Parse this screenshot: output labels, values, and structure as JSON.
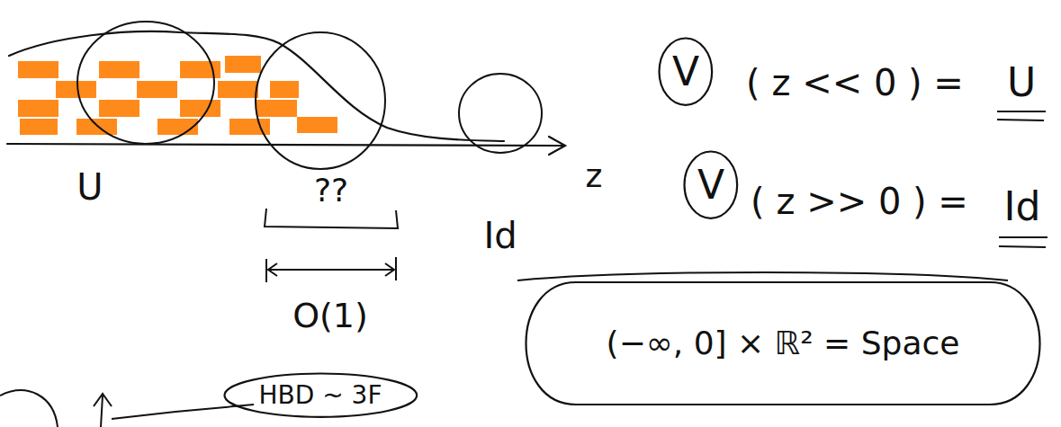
{
  "diagram": {
    "nodes": [
      {
        "text": [
          "V"
        ]
      },
      {
        "text": [
          "V"
        ]
      },
      {
        "text": [
          "(−∞, 0] × ℝ² = Space"
        ]
      },
      {
        "text": [
          "HBD ~ 3F"
        ]
      }
    ],
    "labels": [
      "U",
      "??",
      "O(1)",
      "Id",
      "z",
      "( z << 0 ) =",
      "U",
      "( z >> 0 ) =",
      "Id"
    ]
  }
}
